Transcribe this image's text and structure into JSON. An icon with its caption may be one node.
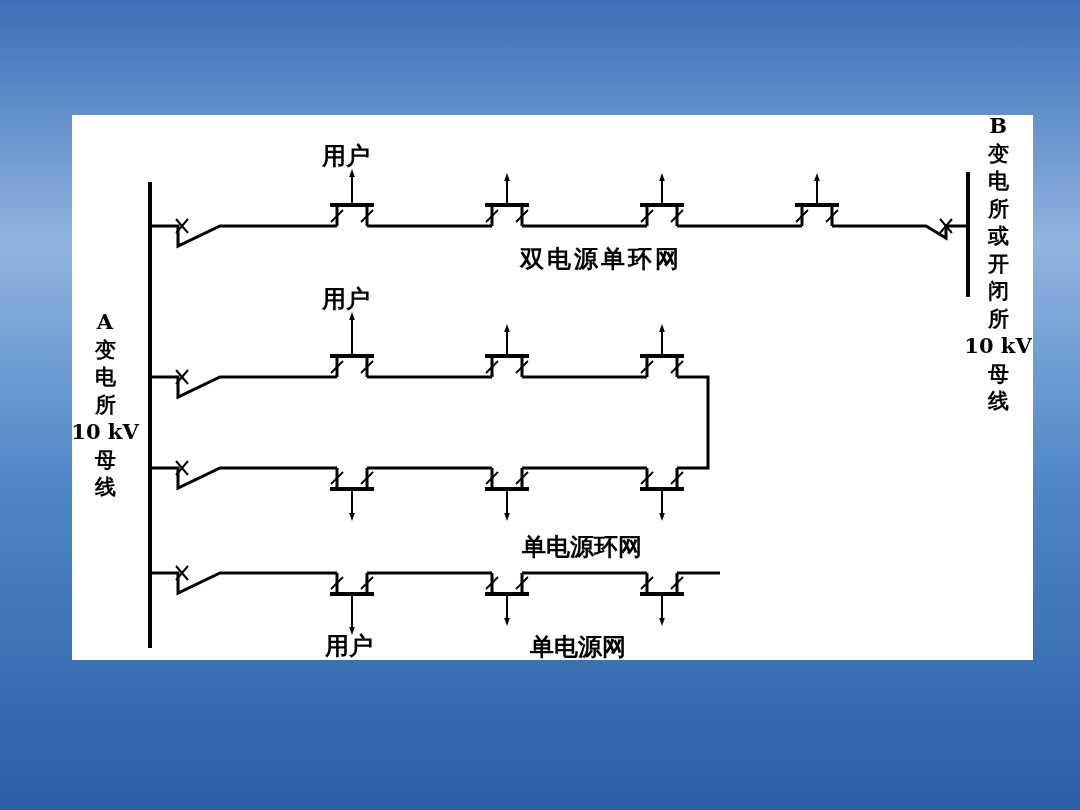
{
  "diagram": {
    "nodes": [
      {
        "text": [
          "A变电所10 kV母线"
        ]
      },
      {
        "text": [
          "B变电所或开闭所10 kV母线"
        ]
      },
      {
        "text": [],
        "shape": "bar"
      },
      {
        "text": [],
        "shape": "bar"
      },
      {
        "text": [],
        "shape": "bar"
      },
      {
        "text": [],
        "shape": "bar"
      },
      {
        "text": [],
        "shape": "bar"
      },
      {
        "text": [],
        "shape": "bar"
      },
      {
        "text": [],
        "shape": "bar"
      },
      {
        "text": [],
        "shape": "bar"
      },
      {
        "text": [],
        "shape": "bar"
      },
      {
        "text": [],
        "shape": "bar"
      },
      {
        "text": [],
        "shape": "bar"
      },
      {
        "text": [],
        "shape": "bar"
      },
      {
        "text": [],
        "shape": "bar"
      },
      {
        "text": [
          "用户"
        ]
      },
      {
        "text": [
          "用户"
        ]
      },
      {
        "text": [
          "用户"
        ]
      }
    ],
    "edges": [
      {
        "from": 0,
        "to": 2,
        "arrow": "none"
      },
      {
        "from": 2,
        "to": 3,
        "arrow": "none"
      },
      {
        "from": 3,
        "to": 4,
        "arrow": "none"
      },
      {
        "from": 4,
        "to": 5,
        "arrow": "none"
      },
      {
        "from": 5,
        "to": 1,
        "arrow": "none"
      },
      {
        "from": 2,
        "to": 15,
        "arrow": "to"
      },
      {
        "from": 3,
        "to": null,
        "arrow": "to"
      },
      {
        "from": 4,
        "to": null,
        "arrow": "to"
      },
      {
        "from": 5,
        "to": null,
        "arrow": "to"
      },
      {
        "from": 0,
        "to": 6,
        "arrow": "none"
      },
      {
        "from": 6,
        "to": 7,
        "arrow": "none"
      },
      {
        "from": 7,
        "to": 8,
        "arrow": "none"
      },
      {
        "from": 8,
        "to": 11,
        "arrow": "none"
      },
      {
        "from": 0,
        "to": 9,
        "arrow": "none"
      },
      {
        "from": 9,
        "to": 10,
        "arrow": "none"
      },
      {
        "from": 10,
        "to": 11,
        "arrow": "none"
      },
      {
        "from": 6,
        "to": 16,
        "arrow": "to"
      },
      {
        "from": 7,
        "to": null,
        "arrow": "to"
      },
      {
        "from": 8,
        "to": null,
        "arrow": "to"
      },
      {
        "from": 9,
        "to": null,
        "arrow": "to"
      },
      {
        "from": 10,
        "to": null,
        "arrow": "to"
      },
      {
        "from": 11,
        "to": null,
        "arrow": "to"
      },
      {
        "from": 0,
        "to": 12,
        "arrow": "none"
      },
      {
        "from": 12,
        "to": 13,
        "arrow": "none"
      },
      {
        "from": 13,
        "to": 14,
        "arrow": "none"
      },
      {
        "from": 14,
        "to": null,
        "arrow": "none"
      },
      {
        "from": 12,
        "to": 17,
        "arrow": "to"
      },
      {
        "from": 13,
        "to": null,
        "arrow": "to"
      },
      {
        "from": 14,
        "to": null,
        "arrow": "to"
      }
    ],
    "labels": [
      "双电源单环网",
      "单电源环网",
      "单电源网"
    ]
  }
}
